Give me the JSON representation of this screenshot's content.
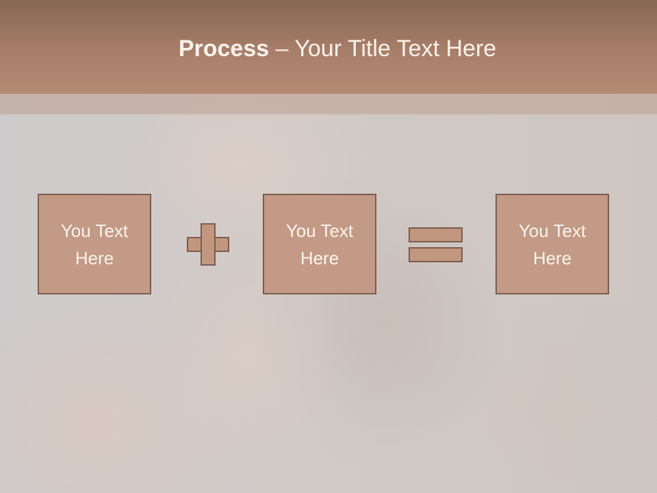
{
  "slide": {
    "title_bold": "Process",
    "title_rest": " – Your Title Text Here",
    "boxes": [
      {
        "line1": "You Text",
        "line2": "Here"
      },
      {
        "line1": "You Text",
        "line2": "Here"
      },
      {
        "line1": "You Text",
        "line2": "Here"
      }
    ],
    "operators": [
      "plus-icon",
      "equals-icon"
    ]
  },
  "colors": {
    "header": "#a87f69",
    "box_fill": "#c2967f",
    "box_border": "#7a5c4d",
    "text_light": "#fbf4ef"
  }
}
